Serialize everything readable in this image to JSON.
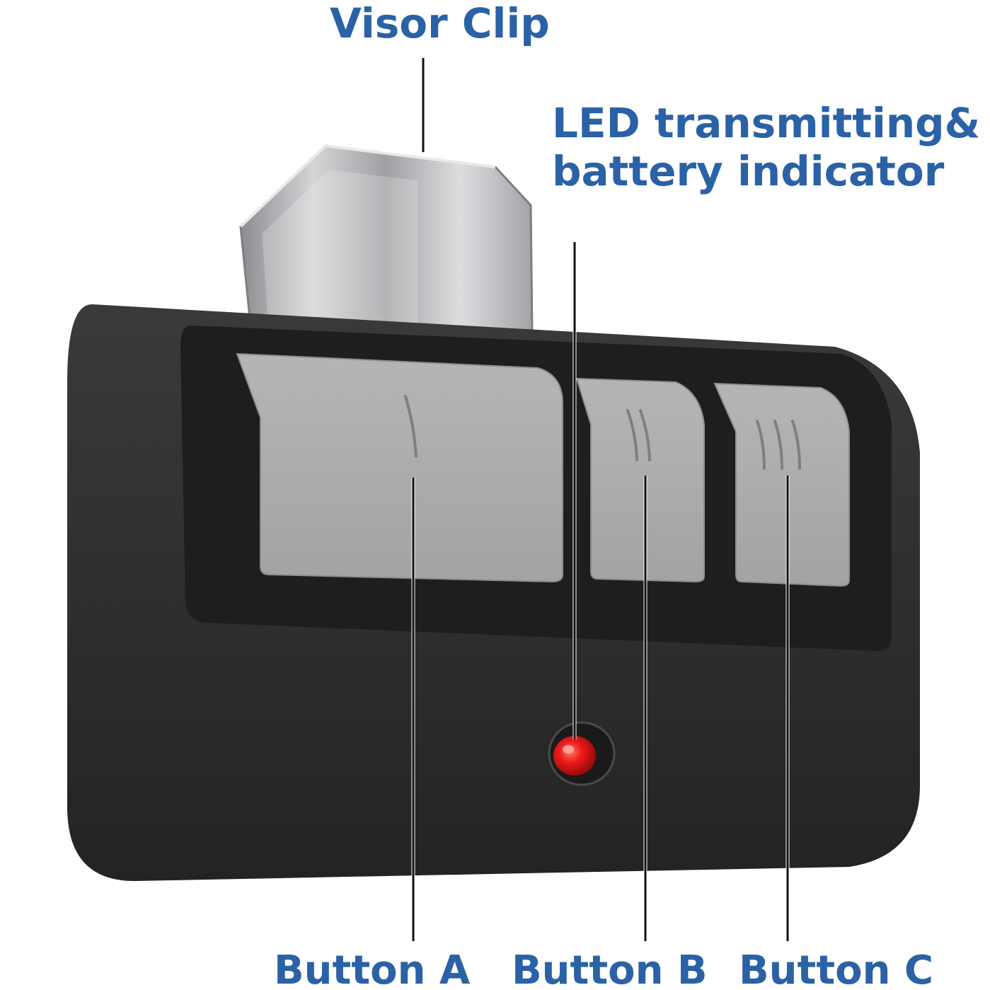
{
  "labels": {
    "visor_clip": "Visor Clip",
    "led_line1": "LED transmitting&",
    "led_line2": "battery indicator",
    "button_a": "Button A",
    "button_b": "Button B",
    "button_c": "Button C"
  },
  "colors": {
    "label_text": "#2b62a6",
    "remote_body": "#2b2b2b",
    "button_face": "#a9aaac",
    "clip_metal": "#b8b9bb",
    "led": "#e01818"
  },
  "icons": {
    "button_a_mark": "one-bar-icon",
    "button_b_mark": "two-bars-icon",
    "button_c_mark": "three-bars-icon"
  }
}
